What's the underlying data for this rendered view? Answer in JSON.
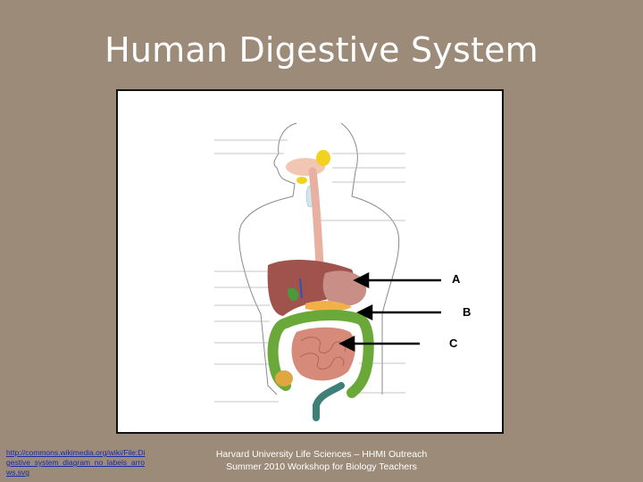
{
  "slide": {
    "title": "Human Digestive System"
  },
  "diagram": {
    "labels": [
      {
        "id": "A",
        "text": "A"
      },
      {
        "id": "B",
        "text": "B"
      },
      {
        "id": "C",
        "text": "C"
      }
    ],
    "colors": {
      "background": "#9c8b78",
      "esophagus": "#e8b0a0",
      "liver": "#a0524c",
      "stomach": "#c98f86",
      "small_intestine": "#d68a7a",
      "large_intestine": "#6aa83a",
      "gland": "#f2d21e"
    }
  },
  "source": {
    "link_text": "http://commons.wikimedia.org/wiki/File:Digestive_system_diagram_no_labels_arrows.svg"
  },
  "footer": {
    "line1": "Harvard University Life Sciences – HHMI Outreach",
    "line2": "Summer 2010 Workshop for Biology Teachers"
  }
}
